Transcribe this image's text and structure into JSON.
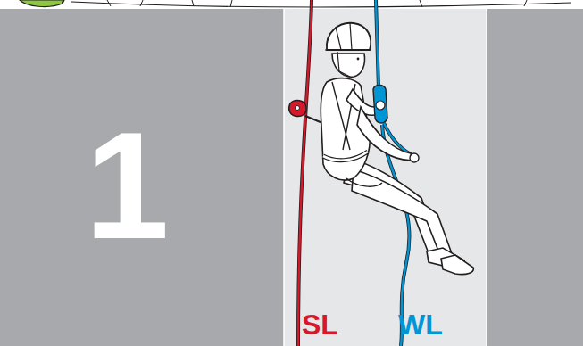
{
  "diagram": {
    "labels": [
      "1",
      "SL",
      "WL"
    ]
  }
}
